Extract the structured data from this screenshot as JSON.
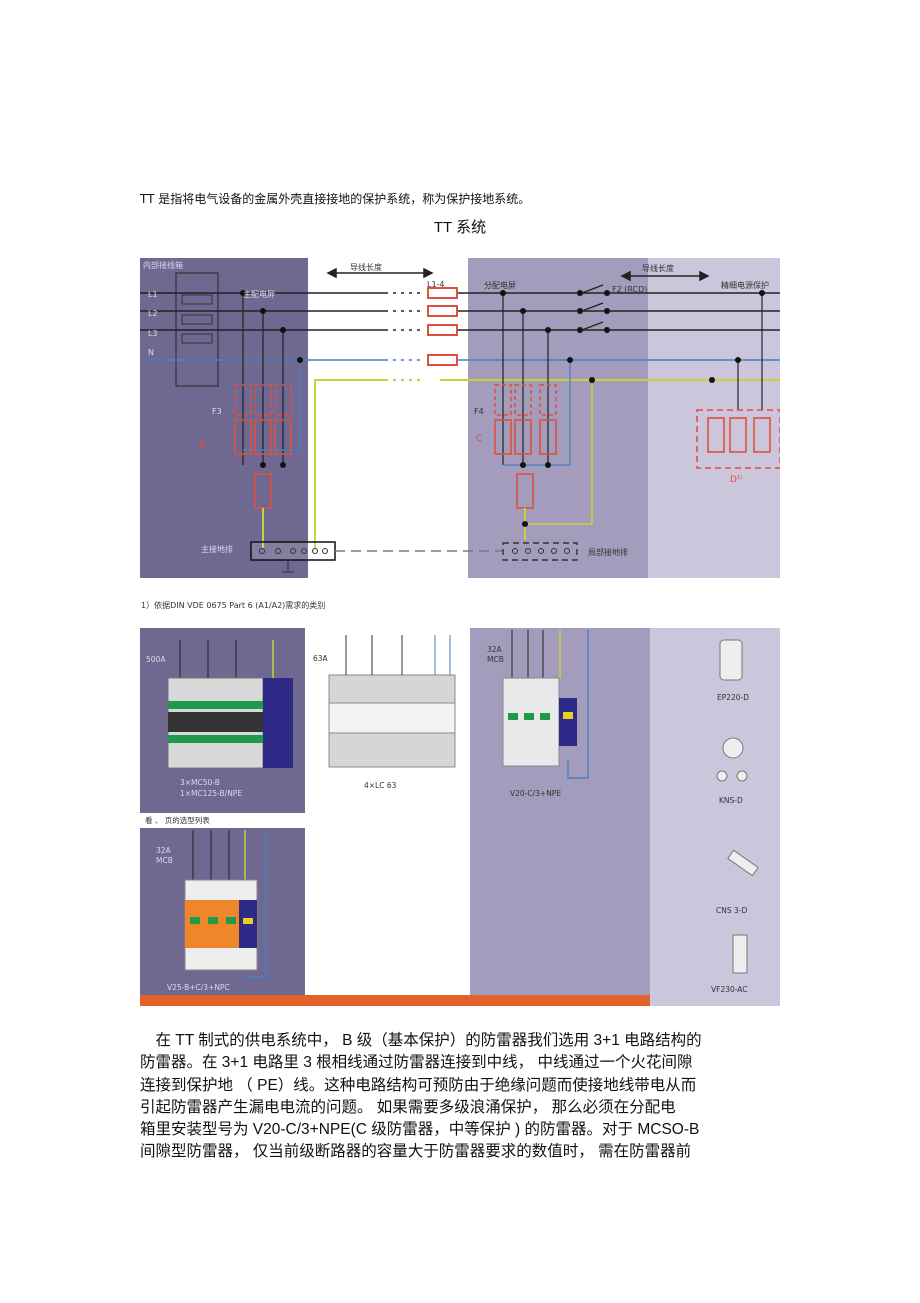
{
  "intro": "TT 是指将电气设备的金属外壳直接接地的保护系统，称为保护接地系统。",
  "title": "TT 系统",
  "diagram": {
    "internal_box": "内部接线箱",
    "main_dist": "主配电屏",
    "wire_length_1": "导线长度",
    "wire_length_2": "导线长度",
    "sub_dist": "分配电屏",
    "f2": "F2 (RCD)",
    "fine_protect": "精细电源保护",
    "l1": "L1",
    "l2": "L2",
    "l3": "L3",
    "n": "N",
    "l14": "L1-4",
    "f3": "F3",
    "b": "B",
    "f4": "F4",
    "c": "C",
    "d": "D¹⁾",
    "main_bus": "主接地排",
    "local_bus": "局部接地排",
    "footnote": "1）依据DIN VDE 0675 Part 6 (A1/A2)需求的类别"
  },
  "products": {
    "a_rating": "500A",
    "a_name1": "3×MC50-B",
    "a_name2": "1×MC125-B/NPE",
    "b_rating": "63A",
    "b_name": "4×LC 63",
    "c_rating1": "32A",
    "c_rating2": "MCB",
    "c_name": "V20-C/3+NPE",
    "caption": "看 、 页的选型列表",
    "d_rating1": "32A",
    "d_rating2": "MCB",
    "d_name": "V25-B+C/3+NPC",
    "r1": "EP220-D",
    "r2": "KNS-D",
    "r3": "CNS 3-D",
    "r4": "VF230-AC"
  },
  "paragraph": [
    "　在 TT 制式的供电系统中， B 级（基本保护）的防雷器我们选用 3+1 电路结构的",
    "防雷器。在 3+1 电路里 3 根相线通过防雷器连接到中线， 中线通过一个火花间隙",
    "连接到保护地 （ PE）线。这种电路结构可预防由于绝缘问题而使接地线带电从而",
    "引起防雷器产生漏电电流的问题。 如果需要多级浪涌保护， 那么必须在分配电",
    "箱里安装型号为 V20-C/3+NPE(C 级防雷器，中等保护 ) 的防雷器。对于 MCSO-B",
    "间隙型防雷器， 仅当前级断路器的容量大于防雷器要求的数值时， 需在防雷器前"
  ]
}
